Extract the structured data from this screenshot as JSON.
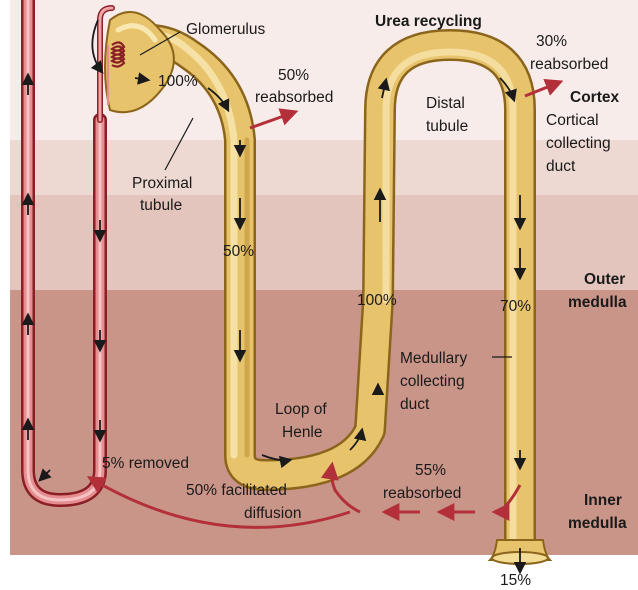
{
  "labels": {
    "glomerulus": "Glomerulus",
    "urea_recycling": "Urea recycling",
    "pct_100_top": "100%",
    "reabsorbed_50_a": "50%",
    "reabsorbed_50_b": "reabsorbed",
    "proximal_a": "Proximal",
    "proximal_b": "tubule",
    "pct_50": "50%",
    "distal_a": "Distal",
    "distal_b": "tubule",
    "reabsorbed_30_a": "30%",
    "reabsorbed_30_b": "reabsorbed",
    "cortex": "Cortex",
    "cortical_a": "Cortical",
    "cortical_b": "collecting",
    "cortical_c": "duct",
    "outer_a": "Outer",
    "outer_b": "medulla",
    "pct_100_mid": "100%",
    "pct_70": "70%",
    "medullary_a": "Medullary",
    "medullary_b": "collecting",
    "medullary_c": "duct",
    "loop_a": "Loop of",
    "loop_b": "Henle",
    "removed": "5% removed",
    "facilitated_a": "50% facilitated",
    "facilitated_b": "diffusion",
    "reabsorbed_55_a": "55%",
    "reabsorbed_55_b": "reabsorbed",
    "inner_a": "Inner",
    "inner_b": "medulla",
    "pct_15": "15%"
  },
  "colors": {
    "cortex_bg": "#f7ece9",
    "outer_bg": "#e3c5bd",
    "inner_bg": "#c99588",
    "tubule_fill": "#e7c36c",
    "tubule_edge": "#a67c25",
    "vessel": "#b3303a",
    "arrow_dark": "#1a1a1a"
  }
}
